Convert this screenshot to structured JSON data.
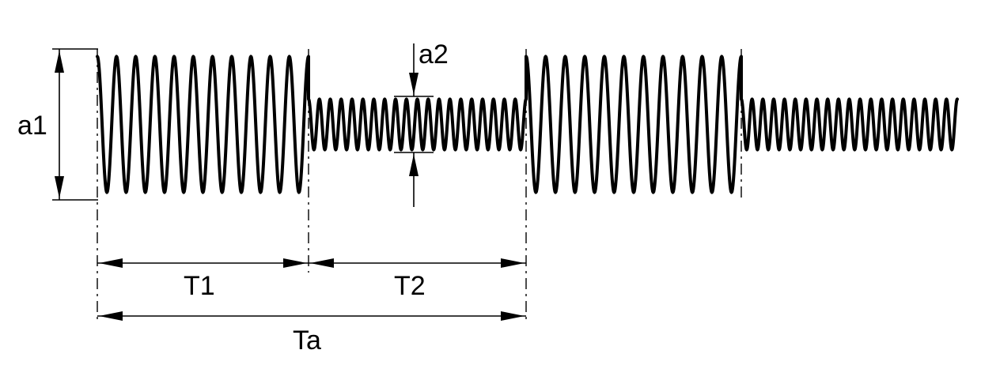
{
  "labels": {
    "a1": "a1",
    "a2": "a2",
    "t1": "T1",
    "t2": "T2",
    "ta": "Ta"
  },
  "signal": {
    "segments": [
      {
        "kind": "high",
        "cycles": 11
      },
      {
        "kind": "low",
        "cycles": 20
      },
      {
        "kind": "high",
        "cycles": 11
      },
      {
        "kind": "low",
        "cycles": 20
      }
    ]
  }
}
